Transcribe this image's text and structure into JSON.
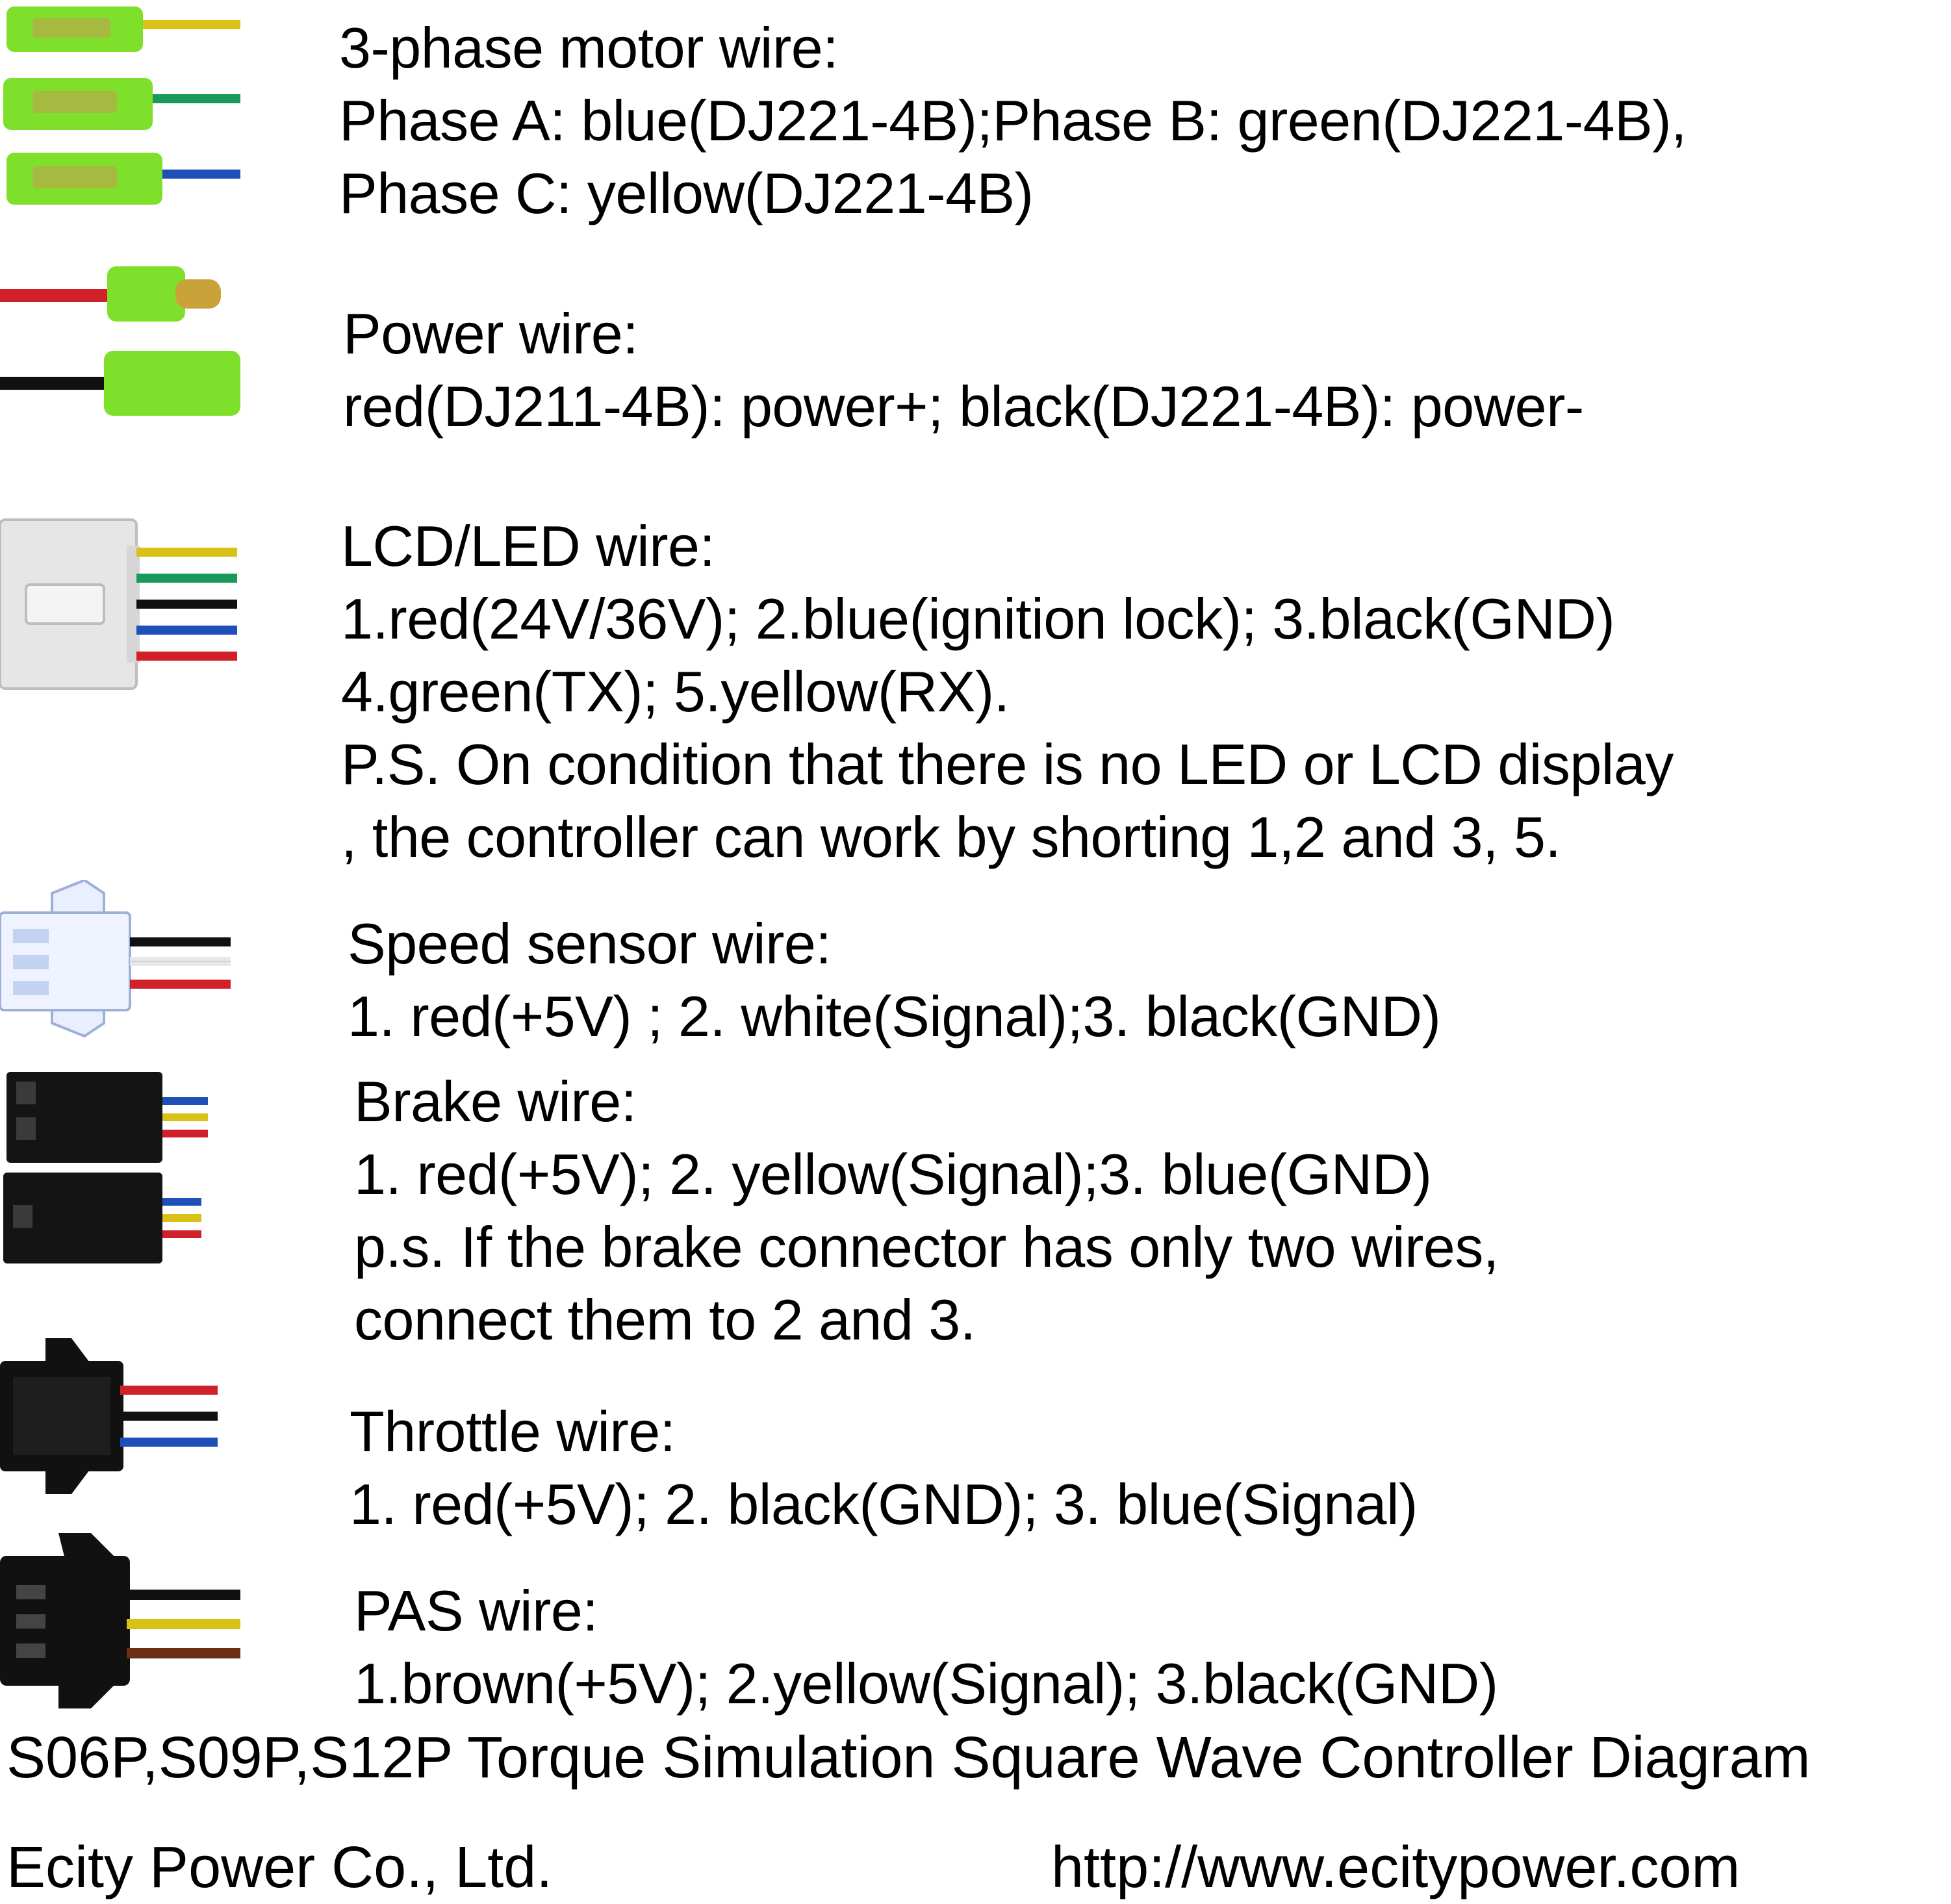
{
  "sections": [
    {
      "id": "motor",
      "lines": [
        "3-phase motor wire:",
        "Phase A:  blue(DJ221-4B);Phase B:  green(DJ221-4B),",
        "Phase C:  yellow(DJ221-4B)"
      ]
    },
    {
      "id": "power",
      "lines": [
        "Power wire:",
        "red(DJ211-4B): power+; black(DJ221-4B): power-"
      ]
    },
    {
      "id": "lcd",
      "lines": [
        "LCD/LED wire:",
        "1.red(24V/36V);    2.blue(ignition lock); 3.black(GND)",
        "4.green(TX);    5.yellow(RX).",
        "P.S. On condition that there is no LED or LCD  display",
        ", the controller can  work by shorting 1,2 and 3, 5."
      ]
    },
    {
      "id": "speed",
      "lines": [
        "Speed  sensor wire:",
        "1. red(+5V) ;  2. white(Signal);3. black(GND)"
      ]
    },
    {
      "id": "brake",
      "lines": [
        "Brake wire:",
        "1. red(+5V); 2. yellow(Signal);3. blue(GND)",
        "p.s. If the brake connector has only two wires,",
        "connect them to 2 and 3."
      ]
    },
    {
      "id": "throttle",
      "lines": [
        "Throttle wire:",
        "1. red(+5V); 2. black(GND); 3. blue(Signal)"
      ]
    },
    {
      "id": "pas",
      "lines": [
        "PAS wire:",
        "1.brown(+5V); 2.yellow(Signal); 3.black(GND)"
      ]
    }
  ],
  "footer": {
    "title": "S06P,S09P,S12P Torque Simulation Square Wave Controller Diagram",
    "company": "Ecity Power Co., Ltd.",
    "url": "http://www.ecitypower.com"
  },
  "wire_colors": {
    "red": "#d0202a",
    "black": "#111111",
    "blue": "#1f4fb8",
    "green": "#1a9a5a",
    "yellow": "#d8c21a",
    "white": "#f2f2f2",
    "brown": "#6b2d14",
    "sleeve": "#7ee02a"
  }
}
